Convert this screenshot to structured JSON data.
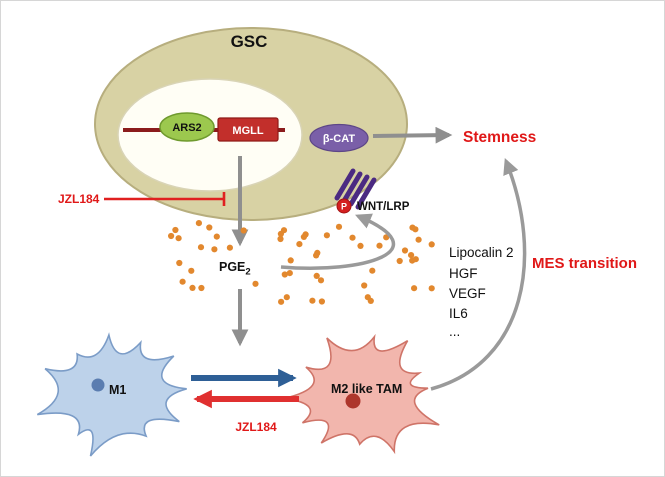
{
  "diagram": {
    "cell_title": "GSC",
    "genes": {
      "ars2": "ARS2",
      "mgll": "MGLL"
    },
    "bcat_label": "β-CAT",
    "phospho_label": "P",
    "receptor_label": "WNT/LRP",
    "inhibitor_left": "JZL184",
    "inhibitor_bottom": "JZL184",
    "ligand": {
      "base": "PGE",
      "sub": "2"
    },
    "stemness_label": "Stemness",
    "mes_label": "MES transition",
    "secreted_factors": [
      "Lipocalin 2",
      "HGF",
      "VEGF",
      "IL6",
      "..."
    ],
    "m1_label": "M1",
    "m2_label": "M2 like TAM",
    "colors": {
      "highlight_red": "#e01818",
      "gsc_body": "#d8d2a4",
      "ars2_green": "#9cc84e",
      "mgll_red": "#c22f2b",
      "bcat_purple": "#7a5fa8",
      "receptor_purple": "#4b2a82",
      "dot_orange": "#e2882e",
      "m1_blue": "#bdd2ea",
      "m2_pink": "#f2b6ad",
      "arrow_gray": "#8f8f8f",
      "arrow_blue": "#2e5f96",
      "arrow_red": "#e03030"
    }
  }
}
